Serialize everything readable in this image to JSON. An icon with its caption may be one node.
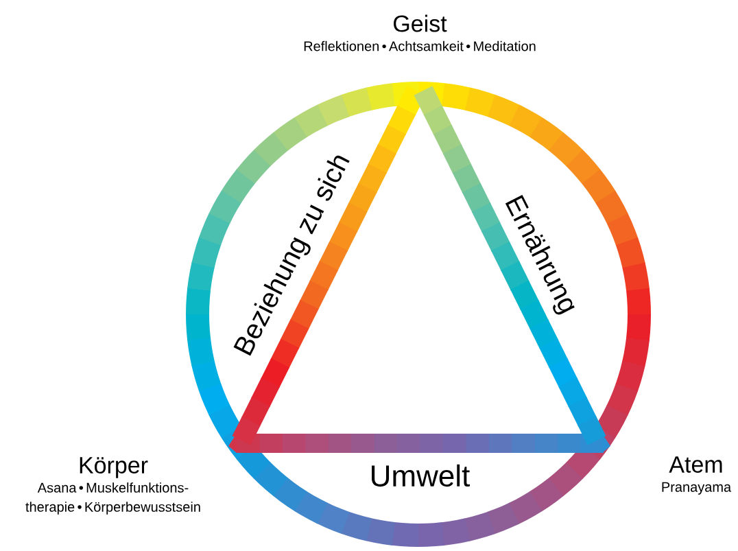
{
  "diagram": {
    "nodes": [
      {
        "text": [
          "Geist",
          "Reflektionen • Achtsamkeit • Meditation"
        ]
      },
      {
        "text": [
          "Körper",
          "Asana • Muskelfunktions-therapie • Körperbewusstsein"
        ]
      },
      {
        "text": [
          "Atem",
          "Pranayama"
        ]
      }
    ],
    "labels": [
      "Beziehung zu sich",
      "Ernährung",
      "Umwelt"
    ]
  }
}
